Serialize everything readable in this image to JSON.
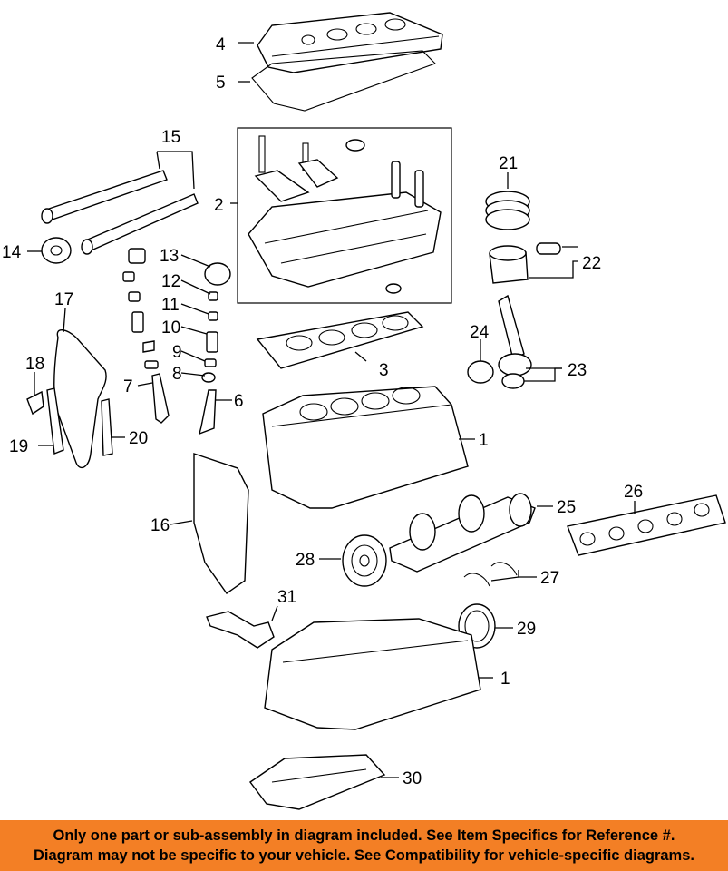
{
  "callouts": {
    "c1a": "1",
    "c1b": "1",
    "c2": "2",
    "c3": "3",
    "c4": "4",
    "c5": "5",
    "c6": "6",
    "c7": "7",
    "c8": "8",
    "c9": "9",
    "c10": "10",
    "c11": "11",
    "c12": "12",
    "c13": "13",
    "c14": "14",
    "c15": "15",
    "c16": "16",
    "c17": "17",
    "c18": "18",
    "c19": "19",
    "c20": "20",
    "c21": "21",
    "c22": "22",
    "c23": "23",
    "c24": "24",
    "c25": "25",
    "c26": "26",
    "c27": "27",
    "c28": "28",
    "c29": "29",
    "c30": "30",
    "c31": "31"
  },
  "banner": {
    "line1": "Only one part or sub-assembly in diagram included. See Item Specifics for Reference #.",
    "line2": "Diagram may not be specific to your vehicle. See Compatibility for vehicle-specific diagrams.",
    "color": "#f37f25"
  }
}
